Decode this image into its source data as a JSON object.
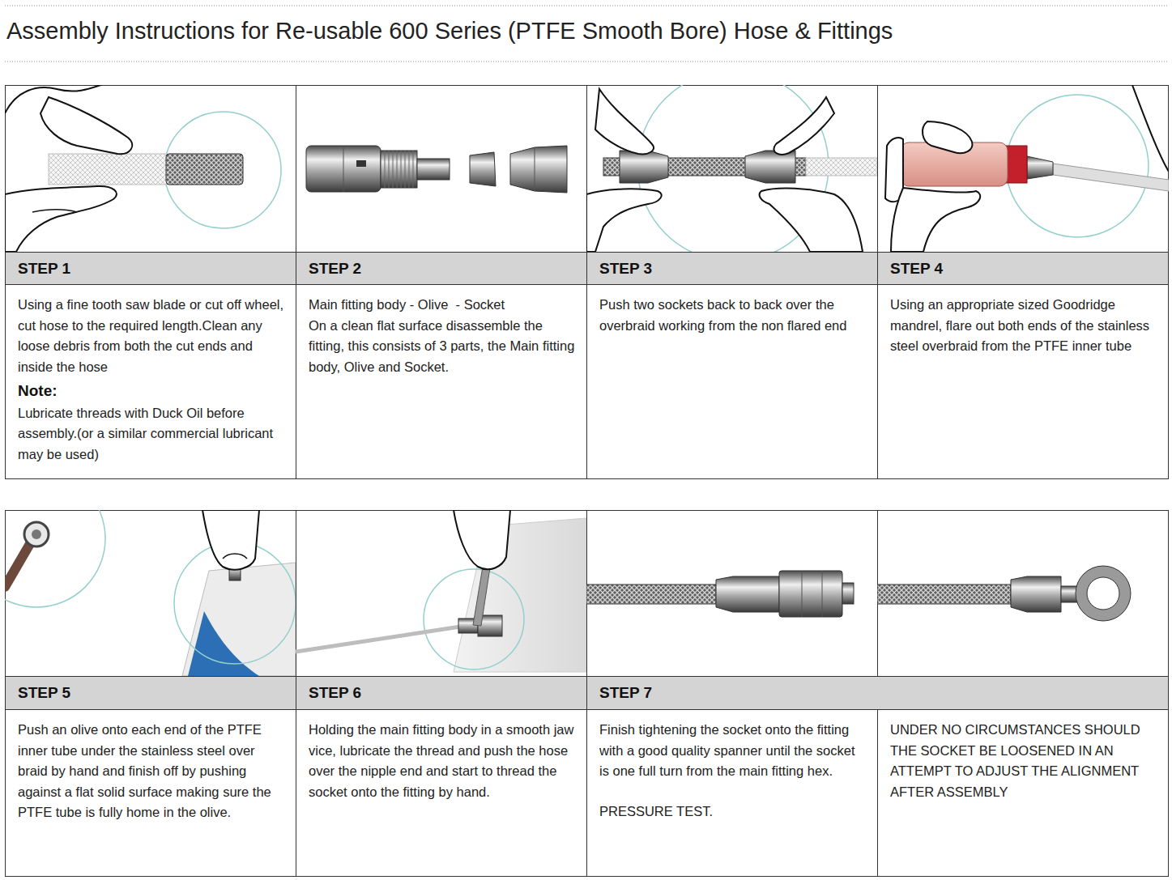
{
  "diagram": {
    "title": "Assembly Instructions for Re-usable 600 Series (PTFE Smooth Bore) Hose & Fittings",
    "nodes": [
      {
        "text": [
          "STEP 1",
          "Using a fine tooth saw blade or cut off wheel, cut hose to the required length.Clean any loose debris from both the cut ends and inside the hose",
          "Note:",
          "Lubricate threads with Duck Oil before assembly.(or a similar commercial lubricant may be used)"
        ]
      },
      {
        "text": [
          "STEP 2",
          "Main fitting body - Olive  - Socket",
          "On a clean flat surface disassemble the fitting, this consists of 3 parts, the Main fitting body, Olive and Socket."
        ]
      },
      {
        "text": [
          "STEP 3",
          "Push two sockets back to back over the overbraid working from the non flared end"
        ]
      },
      {
        "text": [
          "STEP 4",
          "Using an appropriate sized Goodridge mandrel, flare out both ends of the stainless steel overbraid from the PTFE inner tube"
        ]
      },
      {
        "text": [
          "STEP 5",
          "Push an olive onto each end of the PTFE inner tube under the stainless steel over braid by hand and finish off by pushing against a flat solid surface making sure the PTFE tube is fully home in the olive."
        ]
      },
      {
        "text": [
          "STEP 6",
          "Holding the main fitting body in a smooth jaw vice, lubricate the thread and push the hose over the nipple end and start to thread the socket onto the fitting by hand."
        ]
      },
      {
        "text": [
          "STEP 7",
          "Finish tightening the socket onto the fitting with a good quality spanner until the socket is one full turn from the main fitting hex.",
          "PRESSURE TEST."
        ]
      },
      {
        "text": [
          "UNDER NO CIRCUMSTANCES SHOULD THE SOCKET BE LOOSENED IN AN  ATTEMPT TO ADJUST THE ALIGNMENT AFTER ASSEMBLY"
        ],
        "in": 6
      }
    ]
  }
}
